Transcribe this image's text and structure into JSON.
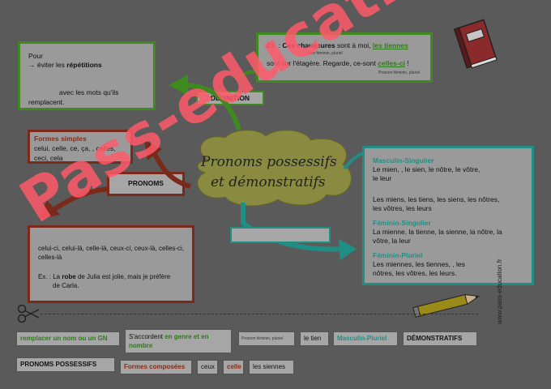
{
  "definition_box": {
    "line1": "Pour",
    "line2_prefix": "→ éviter les",
    "line2_bold": "répétitions",
    "line3": "avec les mots qu'ils",
    "line4": "remplacent."
  },
  "definition_label": "DÉFINITION",
  "example_top": {
    "prefix": "Ex. :",
    "bold": "Ces chaussures",
    "mid": "sont à moi,",
    "green": "les tiennes",
    "note1": "(fém féminin, pluriel",
    "line2_a": "sont sur l'étagère. Regarde, ce-sont",
    "line2_green": "celles-ci",
    "line2_end": "!",
    "note2": "Pronom féminin, pluriel"
  },
  "formes_simples": {
    "title": "Formes simples",
    "line1": "celui, celle, ce, ça,          , celles,",
    "line2": "ceci, cela"
  },
  "pronoms_label": "PRONOMS",
  "center_title": {
    "line1": "Pronoms possessifs",
    "line2": "et démonstratifs"
  },
  "possessifs_box": {
    "ms_title": "Masculin-Singulier",
    "ms_line1": "Le mien,          , le sien, le nôtre, le vôtre,",
    "ms_line2": "le leur",
    "mp_line1": "Les miens, les tiens, les siens, les nôtres,",
    "mp_line2": "les vôtres, les leurs",
    "fs_title": "Féminin-Singulier",
    "fs_line1": "La mienne, la tienne, la sienne, la nôtre, la",
    "fs_line2": "vôtre, la leur",
    "fp_title": "Féminin-Pluriel",
    "fp_line1": "Les miennes, les tiennes,                  , les",
    "fp_line2": "nôtres, les vôtres, les leurs."
  },
  "demonstratifs_box": {
    "line1": "celui-ci, celui-là, celle-là, ceux-ci, ceux-là, celles-ci,",
    "line2": "celles-là",
    "ex_prefix": "Ex. : La",
    "ex_bold": "robe",
    "ex_rest": "de Julia est jolie, mais je préfère",
    "ex_line2": "de Carla."
  },
  "cutouts_row1": [
    {
      "text": "remplacer un nom ou un GN",
      "style": "gtext"
    },
    {
      "text": "S'accordent",
      "green": "en genre et en nombre"
    },
    {
      "text": "Pronom féminin, pluriel",
      "style": "tiny"
    },
    {
      "text": "le tien",
      "style": ""
    },
    {
      "text": "Masculin-Pluriel",
      "style": "ttext"
    },
    {
      "text": "DÉMONSTRATIFS",
      "style": "b"
    }
  ],
  "cutouts_row2": [
    {
      "text": "PRONOMS POSSESSIFS",
      "style": "b"
    },
    {
      "text": "Formes composées",
      "style": "rtext"
    },
    {
      "text": "ceux",
      "style": ""
    },
    {
      "text": "celle",
      "style": "rtext"
    },
    {
      "text": "les siennes",
      "style": ""
    }
  ],
  "watermark": "Pass-education",
  "site": "www.pass-education.fr",
  "colors": {
    "green": "#3f8a1e",
    "red": "#7a2a1a",
    "teal": "#1f8f86",
    "watermark": "#ff5a6a"
  }
}
